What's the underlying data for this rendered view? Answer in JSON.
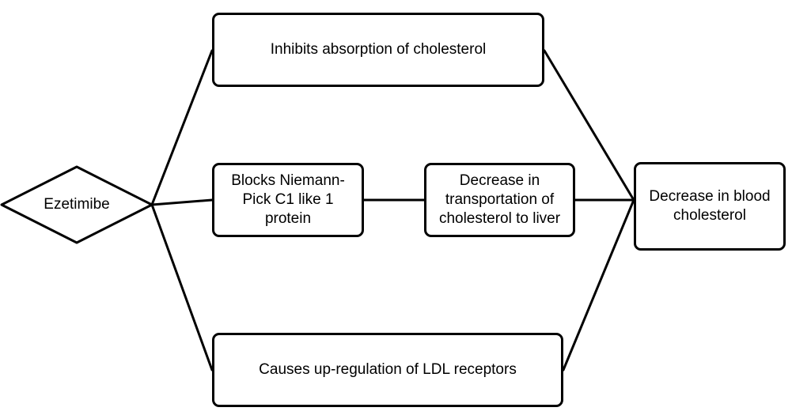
{
  "diagram": {
    "start": {
      "label": "Ezetimibe"
    },
    "nodes": {
      "inhibits_absorption": "Inhibits absorption of cholesterol",
      "blocks_npc1l1": "Blocks Niemann-Pick C1 like 1 protein",
      "decrease_transport": "Decrease in transportation of cholesterol to liver",
      "upregulation_ldl": "Causes up-regulation of LDL receptors",
      "decrease_blood_cholesterol": "Decrease in blood cholesterol"
    }
  }
}
